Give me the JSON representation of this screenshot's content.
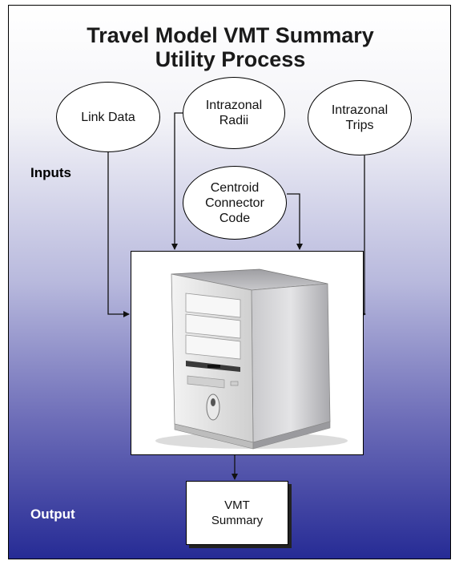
{
  "diagram": {
    "title_line1": "Travel Model VMT Summary",
    "title_line2": "Utility Process",
    "inputs_label": "Inputs",
    "output_label": "Output",
    "nodes": {
      "link_data": "Link Data",
      "intrazonal_radii": "Intrazonal\nRadii",
      "intrazonal_trips": "Intrazonal\nTrips",
      "centroid_connector_code": "Centroid\nConnector\nCode",
      "vmt_summary": "VMT\nSummary"
    },
    "icons": {
      "computer": "desktop-computer-tower-icon"
    },
    "colors": {
      "gradient_top": "#ffffff",
      "gradient_bottom": "#262b95",
      "output_label": "#ffffff",
      "inputs_label": "#111111"
    }
  }
}
